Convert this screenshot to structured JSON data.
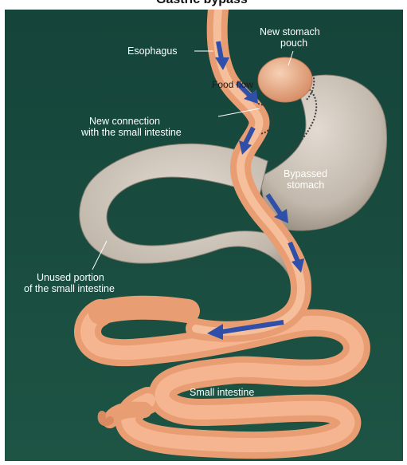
{
  "header": {
    "text": "Gastric bypass"
  },
  "colors": {
    "background": "#1a4a3a",
    "intestine": "#f2a77c",
    "intestine_shadow": "#d87f56",
    "stomach": "#c8beb2",
    "stomach_shadow": "#9d9387",
    "arrow": "#2f4fa8",
    "label": "#ffffff",
    "staple": "#3a3a3a"
  },
  "labels": {
    "esophagus": "Esophagus",
    "new_stomach_pouch_line1": "New stomach",
    "new_stomach_pouch_line2": "pouch",
    "food_flow": "Food flow",
    "new_connection_line1": "New connection",
    "new_connection_line2": "with the small intestine",
    "bypassed_stomach_line1": "Bypassed",
    "bypassed_stomach_line2": "stomach",
    "unused_portion_line1": "Unused portion",
    "unused_portion_line2": "of the small intestine",
    "small_intestine": "Small intestine"
  }
}
